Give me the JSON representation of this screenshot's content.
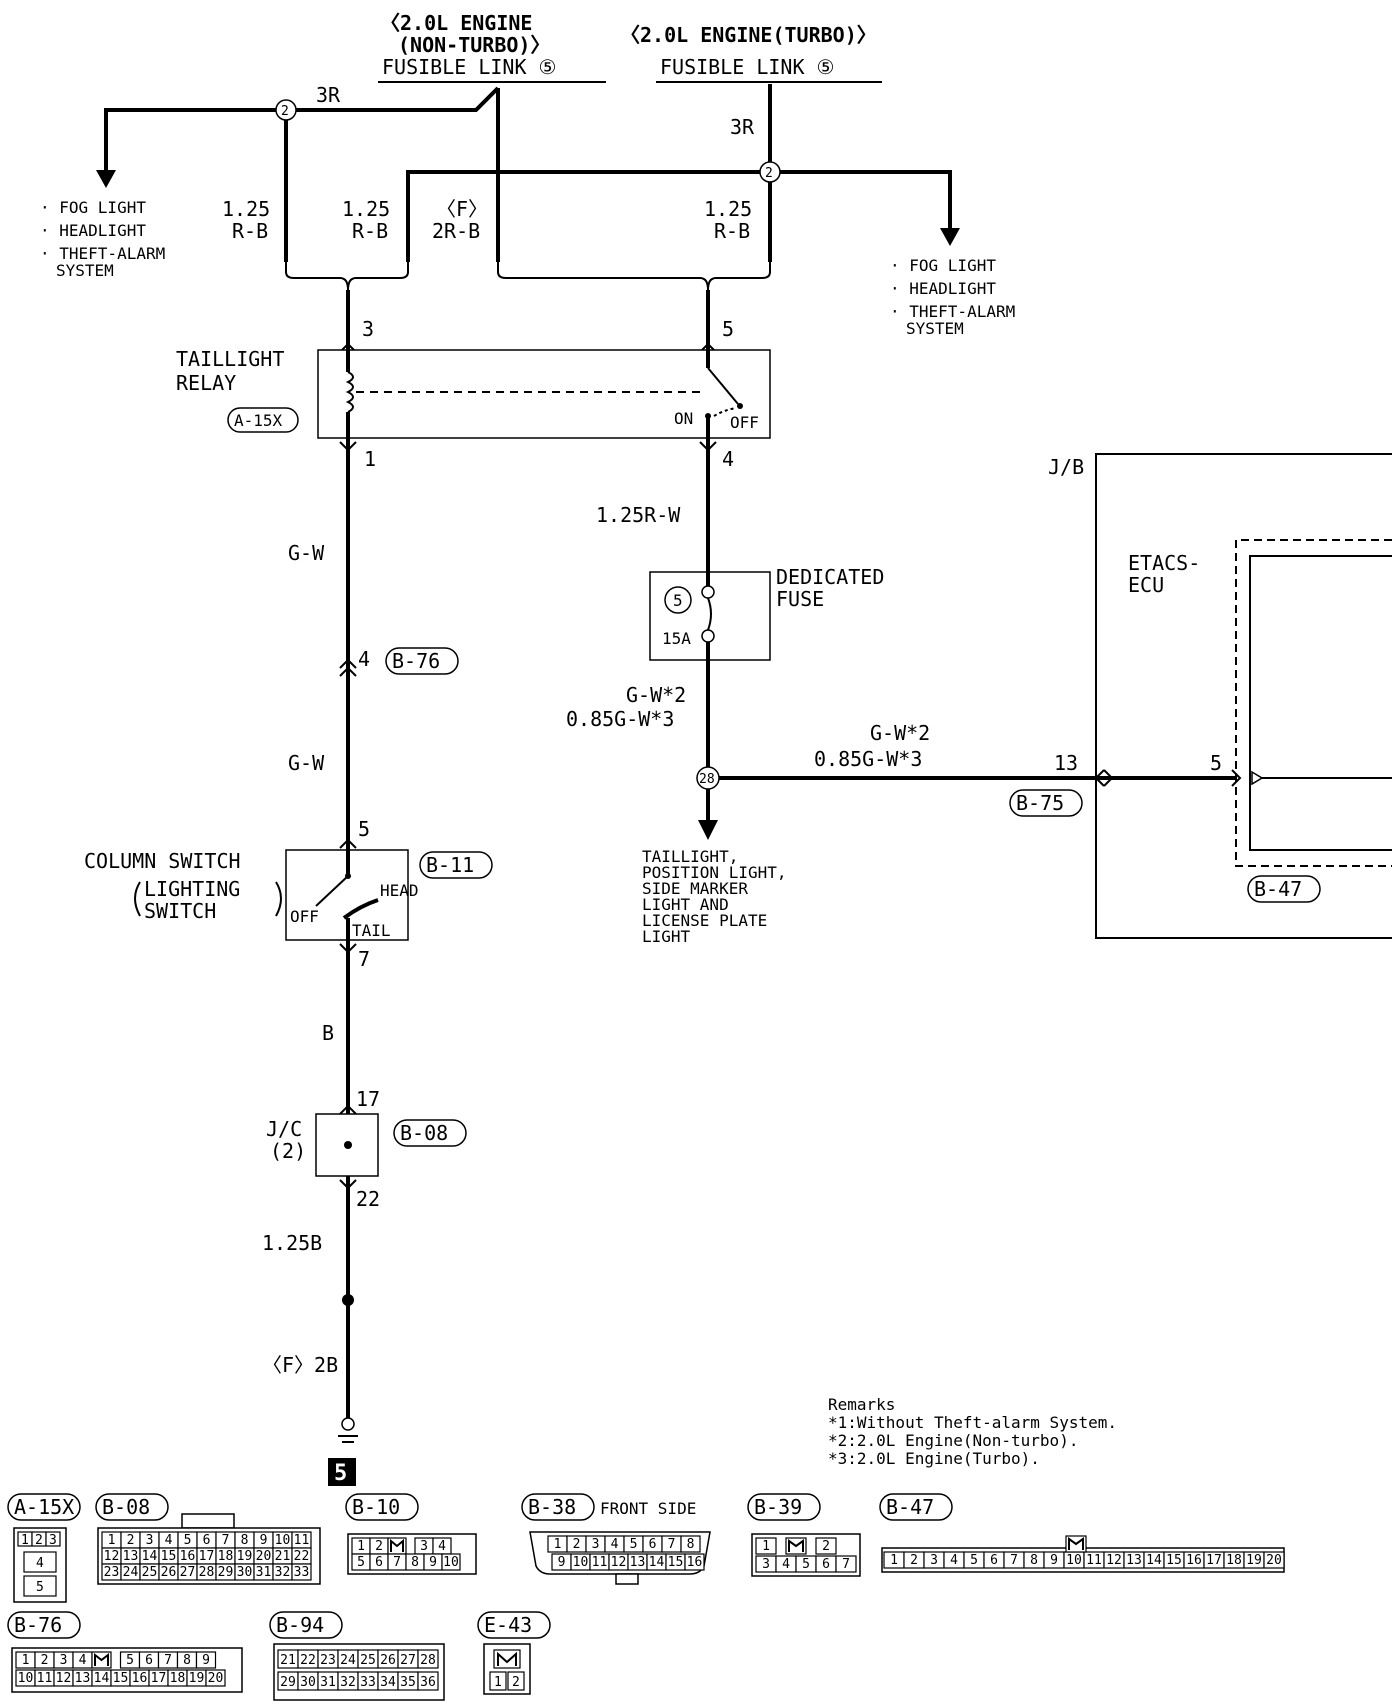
{
  "headers": {
    "nonturbo_line1": "〈2.0L ENGINE",
    "nonturbo_line2": "(NON-TURBO)〉",
    "nonturbo_fusible": "FUSIBLE LINK ⑤",
    "turbo_line1": "〈2.0L ENGINE(TURBO)〉",
    "turbo_fusible": "FUSIBLE LINK ⑤"
  },
  "wires": {
    "w3r_left": "3R",
    "w3r_right": "3R",
    "rb1_size": "1.25",
    "rb1_color": "R-B",
    "rb2_size": "1.25",
    "rb2_color": "R-B",
    "f2rb_top": "〈F〉",
    "f2rb_bottom": "2R-B",
    "rb3_size": "1.25",
    "rb3_color": "R-B",
    "gw_upper": "G-W",
    "gw_lower": "G-W",
    "rw": "1.25R-W",
    "fuse_out_1": "G-W*2",
    "fuse_out_2": "0.85G-W*3",
    "etacs_1": "G-W*2",
    "etacs_2": "0.85G-W*3",
    "b": "B",
    "b125": "1.25B",
    "f2b": "〈F〉2B"
  },
  "splices": {
    "left": "2",
    "right": "2",
    "main": "28"
  },
  "loads_left": [
    "· FOG LIGHT",
    "· HEADLIGHT",
    "· THEFT-ALARM",
    "SYSTEM"
  ],
  "loads_right": [
    "· FOG LIGHT",
    "· HEADLIGHT",
    "· THEFT-ALARM",
    "SYSTEM"
  ],
  "relay": {
    "name_1": "TAILLIGHT",
    "name_2": "RELAY",
    "connector": "A-15X",
    "pin_3": "3",
    "pin_1": "1",
    "pin_5": "5",
    "pin_4": "4",
    "on": "ON",
    "off": "OFF"
  },
  "fuse": {
    "name_1": "DEDICATED",
    "name_2": "FUSE",
    "number": "5",
    "rating": "15A"
  },
  "connectors_inline": {
    "b76_pin": "4",
    "b76": "B-76",
    "b75": "B-75",
    "b75_pin": "13"
  },
  "column_switch": {
    "name_1": "COLUMN SWITCH",
    "name_2": "LIGHTING",
    "name_3": "SWITCH",
    "connector": "B-11",
    "pin_5": "5",
    "pin_7": "7",
    "head": "HEAD",
    "tail": "TAIL",
    "off": "OFF"
  },
  "jc": {
    "name_1": "J/C",
    "name_2": "(2)",
    "connector": "B-08",
    "pin_17": "17",
    "pin_22": "22"
  },
  "taillight_loads": [
    "TAILLIGHT,",
    "POSITION LIGHT,",
    "SIDE MARKER",
    "LIGHT AND",
    "LICENSE PLATE",
    "LIGHT"
  ],
  "jb": {
    "label": "J/B",
    "ecu_1": "ETACS-",
    "ecu_2": "ECU",
    "pin_5": "5",
    "ecu_connector": "B-47"
  },
  "ground": {
    "number": "5"
  },
  "remarks": {
    "title": "Remarks",
    "items": [
      "*1:Without Theft-alarm System.",
      "*2:2.0L Engine(Non-turbo).",
      "*3:2.0L Engine(Turbo)."
    ]
  },
  "connector_views": {
    "a15x": "A-15X",
    "b08": "B-08",
    "b10": "B-10",
    "b38": "B-38",
    "b38_note": "FRONT SIDE",
    "b39": "B-39",
    "b47": "B-47",
    "b76": "B-76",
    "b94": "B-94",
    "e43": "E-43"
  }
}
